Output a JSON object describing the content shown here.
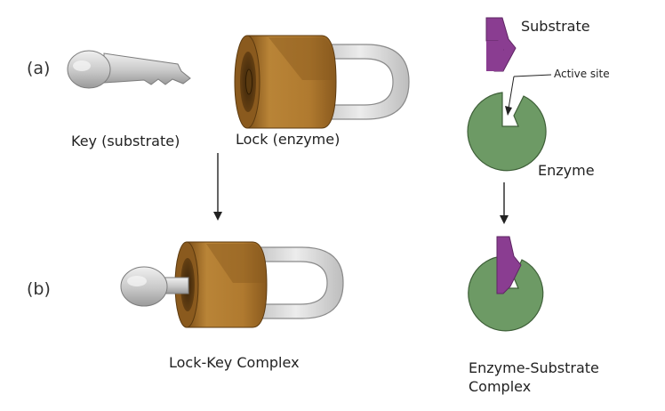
{
  "panels": {
    "a": "(a)",
    "b": "(b)"
  },
  "labels": {
    "key": "Key (substrate)",
    "lock": "Lock (enzyme)",
    "lock_key_complex": "Lock-Key Complex",
    "substrate": "Substrate",
    "active_site": "Active site",
    "enzyme": "Enzyme",
    "es_complex_line1": "Enzyme-Substrate",
    "es_complex_line2": "Complex"
  },
  "colors": {
    "lock_body": "#b07a2f",
    "lock_shadow": "#8a5a1e",
    "shackle": "#cfcfcf",
    "key": "#c6c6c6",
    "enzyme": "#6d9a65",
    "substrate": "#8a3d91",
    "line": "#222222"
  }
}
